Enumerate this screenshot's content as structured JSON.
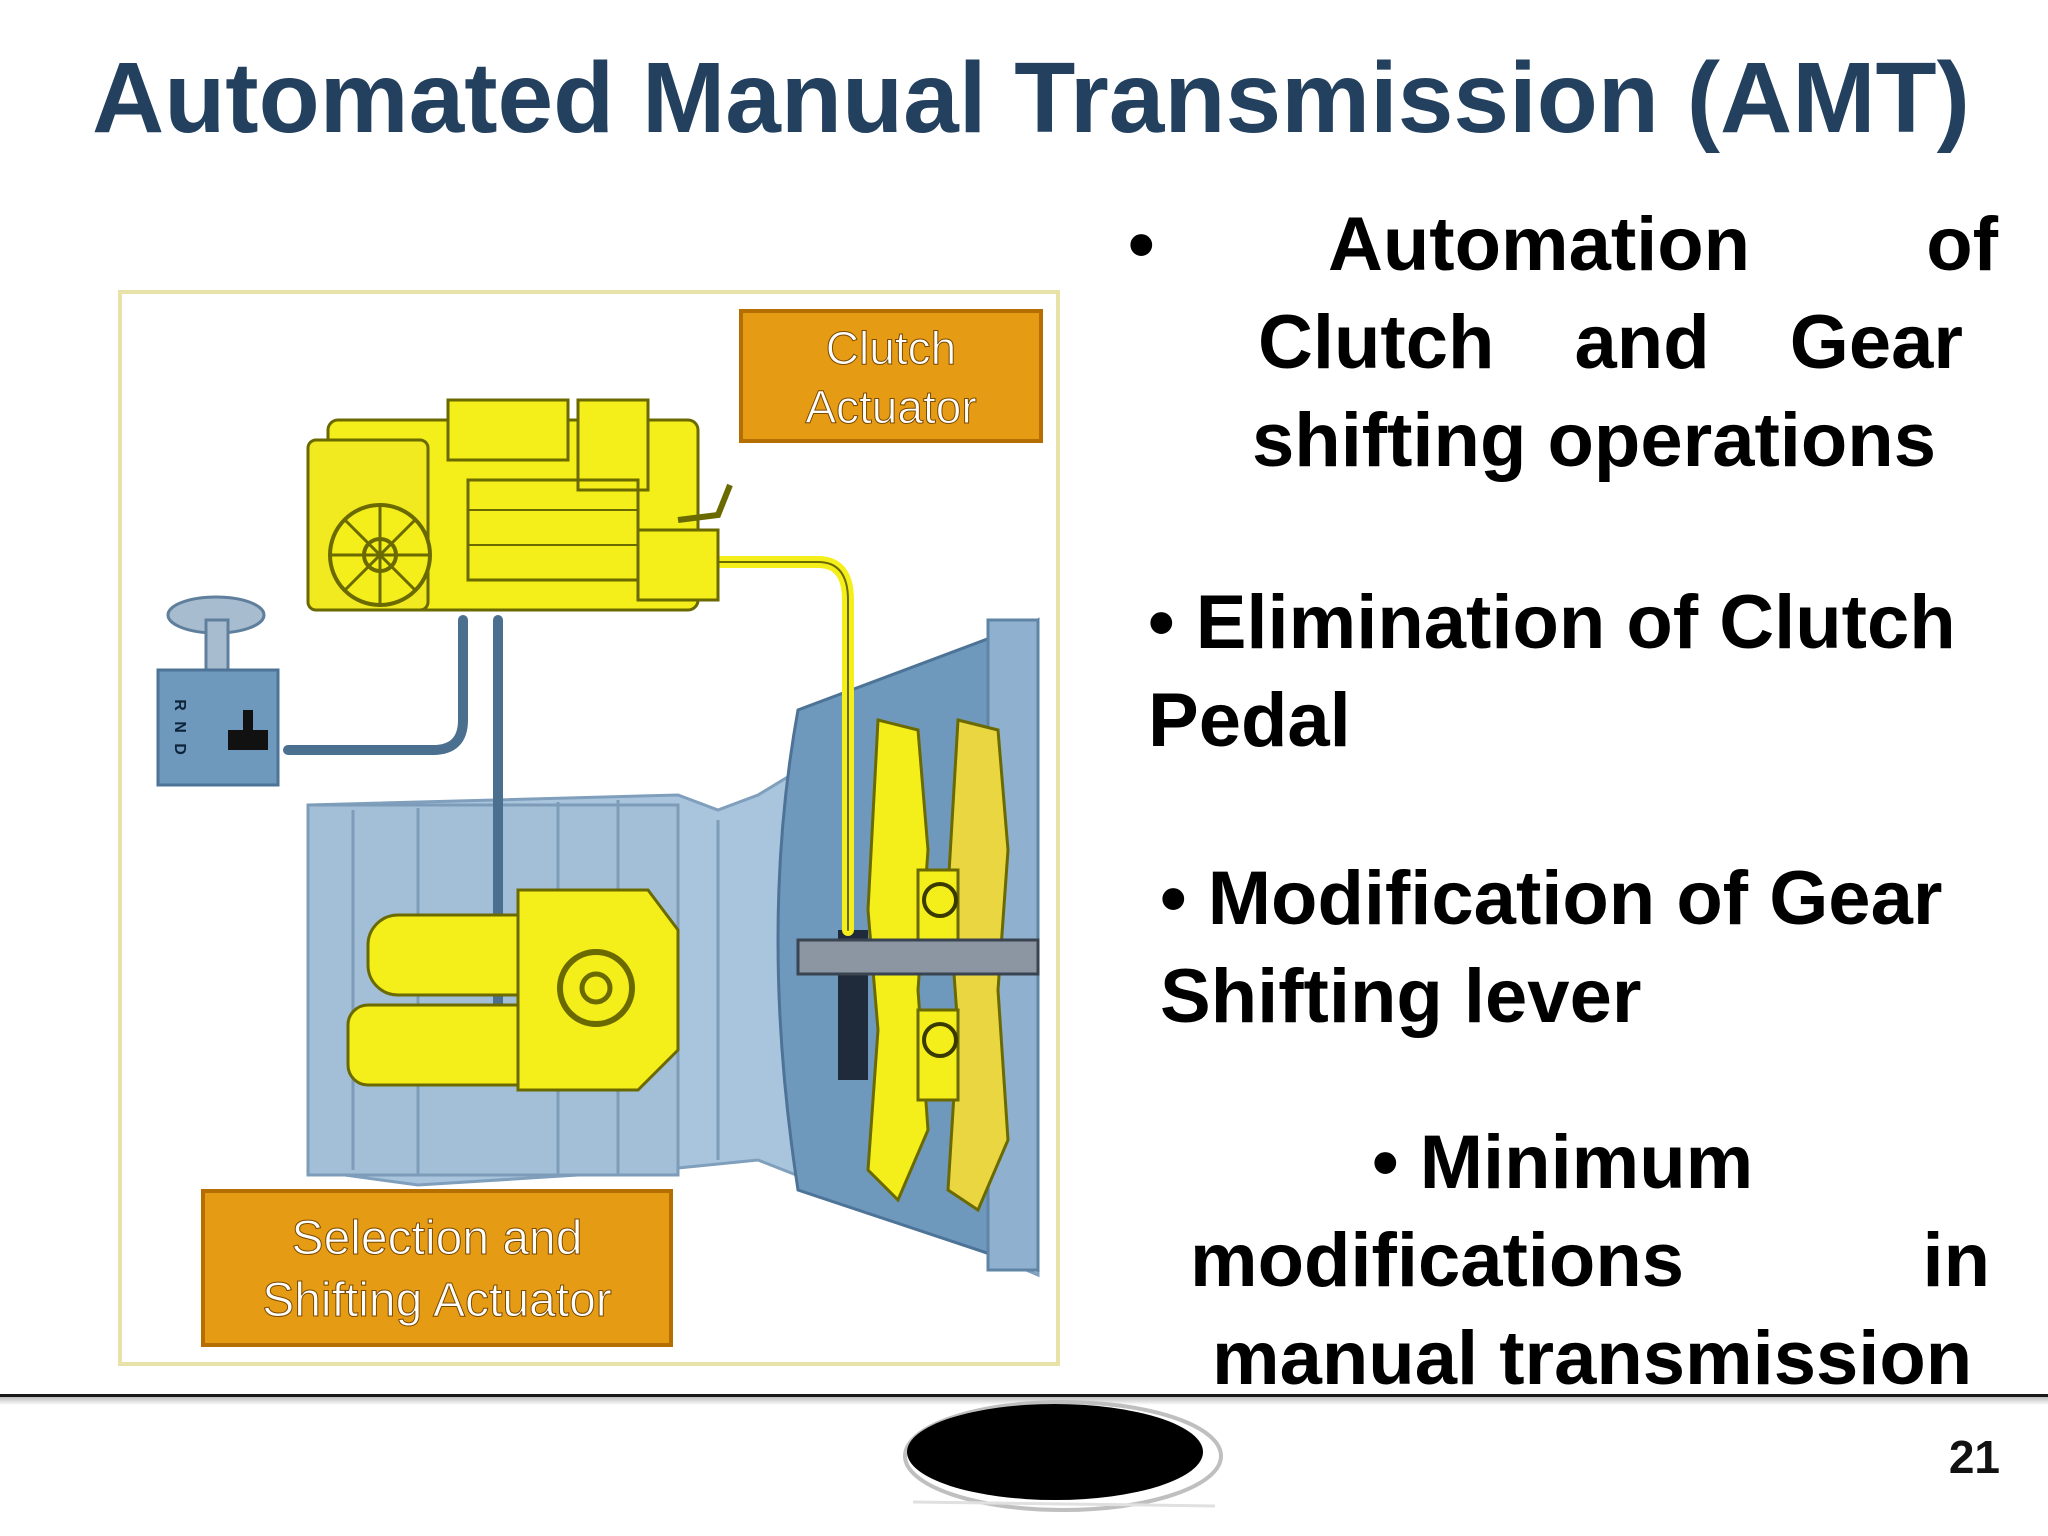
{
  "slide": {
    "title": "Automated Manual Transmission (AMT)",
    "page_number": "21"
  },
  "diagram": {
    "clutch_label": [
      "Clutch",
      "Actuator"
    ],
    "selection_label": [
      "Selection and",
      "Shifting Actuator"
    ],
    "gate_letters": [
      "R",
      "N",
      "D"
    ]
  },
  "bullets": [
    {
      "lines": [
        "• Automation of",
        "Clutch and Gear",
        "shifting operations"
      ]
    },
    {
      "lines": [
        "• Elimination of Clutch",
        "Pedal"
      ]
    },
    {
      "lines": [
        "• Modification of Gear",
        "Shifting lever"
      ]
    },
    {
      "lines": [
        "• Minimum",
        "modifications in",
        "manual transmission"
      ]
    }
  ],
  "colors": {
    "title": "#23405f",
    "label_box": "#e59b14",
    "actuator_yellow": "#f4ef1a",
    "housing_blue": "#9dbcd6"
  }
}
